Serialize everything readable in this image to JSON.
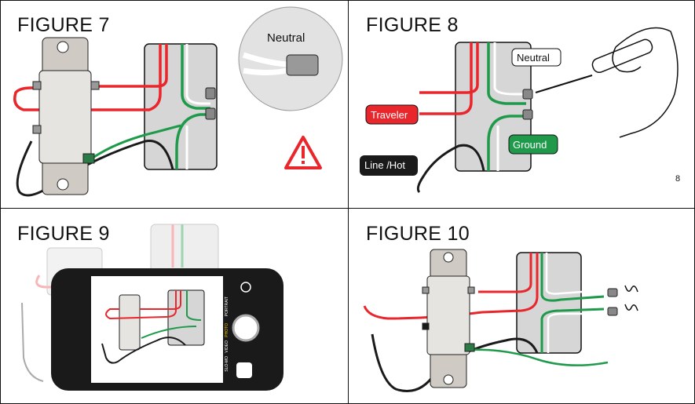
{
  "figures": [
    {
      "title": "FIGURE 7",
      "callouts": {
        "neutral": "Neutral"
      },
      "warning_icon": "warning-triangle-icon"
    },
    {
      "title": "FIGURE 8",
      "callouts": {
        "neutral": "Neutral",
        "traveler": "Traveler",
        "ground": "Ground",
        "line_hot": "Line /Hot"
      }
    },
    {
      "title": "FIGURE 9",
      "phone": {
        "modes": [
          "PORTRAIT",
          "PHOTO",
          "VIDEO",
          "SLO-MO"
        ],
        "active_mode": "PHOTO"
      }
    },
    {
      "title": "FIGURE 10"
    }
  ],
  "page_number": "8",
  "colors": {
    "red": "#e8262b",
    "green": "#1f9a4b",
    "black": "#1a1a1a",
    "box": "#d6d6d6",
    "switch": "#e6e4e0"
  }
}
